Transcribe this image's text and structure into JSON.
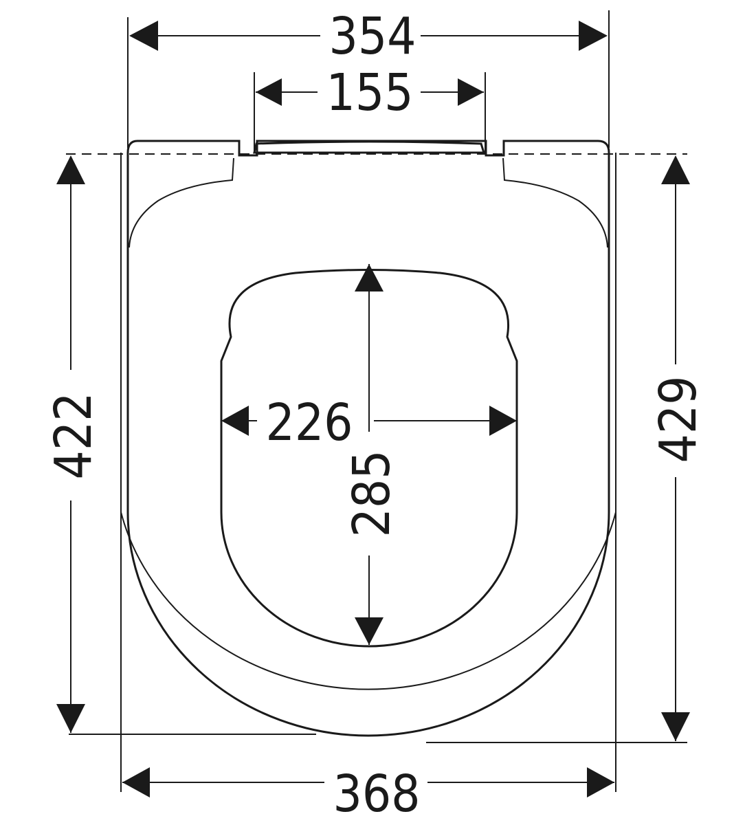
{
  "dimensions": {
    "overall_top_width": "354",
    "hinge_width": "155",
    "overall_bottom_width": "368",
    "left_height": "422",
    "right_height": "429",
    "opening_width": "226",
    "opening_height": "285"
  }
}
